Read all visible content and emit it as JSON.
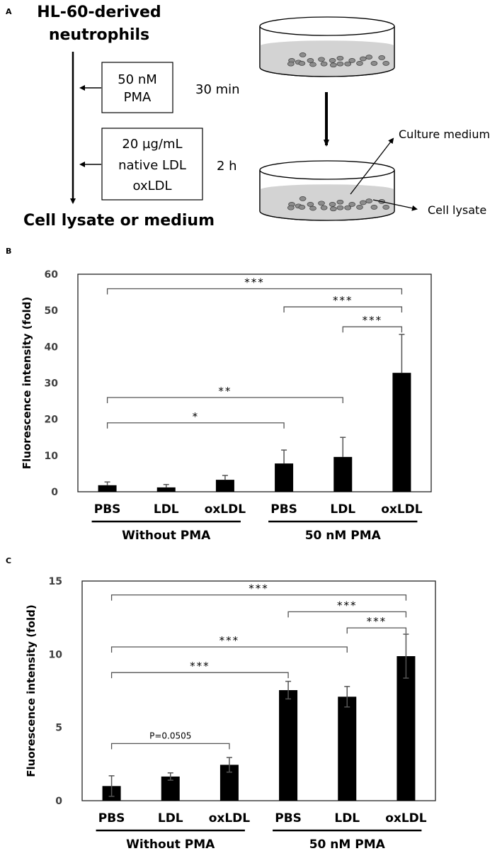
{
  "panel_a": {
    "label": "A",
    "title_line1": "HL-60-derived",
    "title_line2": "neutrophils",
    "step1": {
      "line1": "50 nM",
      "line2": "PMA",
      "time": "30 min"
    },
    "step2": {
      "line1": "20 µg/mL",
      "line2": "native LDL",
      "line3": "oxLDL",
      "time": "2 h"
    },
    "endpoint": "Cell lysate or medium",
    "dish_labels": {
      "medium": "Culture medium",
      "lysate": "Cell lysate"
    }
  },
  "chart_data": [
    {
      "panel": "B",
      "type": "bar",
      "title": "",
      "xlabel": "",
      "ylabel": "Fluorescence intensity (fold)",
      "ylim": [
        0,
        60
      ],
      "yticks": [
        0,
        10,
        20,
        30,
        40,
        50,
        60
      ],
      "categories": [
        "PBS",
        "LDL",
        "oxLDL",
        "PBS",
        "LDL",
        "oxLDL"
      ],
      "groups": [
        {
          "label": "Without PMA",
          "indices": [
            0,
            1,
            2
          ]
        },
        {
          "label": "50 nM PMA",
          "indices": [
            3,
            4,
            5
          ]
        }
      ],
      "values": [
        1.8,
        1.2,
        3.3,
        7.8,
        9.6,
        32.8
      ],
      "errors": [
        0.9,
        0.8,
        1.2,
        3.7,
        5.4,
        10.6
      ],
      "error_style": "upper",
      "bar_color": "#000000",
      "significance": [
        {
          "from": 0,
          "to": 5,
          "label": "***",
          "y": 56
        },
        {
          "from": 3,
          "to": 5,
          "label": "***",
          "y": 51
        },
        {
          "from": 4,
          "to": 5,
          "label": "***",
          "y": 45.5
        },
        {
          "from": 0,
          "to": 4,
          "label": "**",
          "y": 26
        },
        {
          "from": 0,
          "to": 3,
          "label": "*",
          "y": 19
        }
      ],
      "grid": false
    },
    {
      "panel": "C",
      "type": "bar",
      "title": "",
      "xlabel": "",
      "ylabel": "Fluorescence intensity (fold)",
      "ylim": [
        0,
        15
      ],
      "yticks": [
        0,
        5,
        10,
        15
      ],
      "categories": [
        "PBS",
        "LDL",
        "oxLDL",
        "PBS",
        "LDL",
        "oxLDL"
      ],
      "groups": [
        {
          "label": "Without PMA",
          "indices": [
            0,
            1,
            2
          ]
        },
        {
          "label": "50 nM PMA",
          "indices": [
            3,
            4,
            5
          ]
        }
      ],
      "values": [
        1.0,
        1.65,
        2.45,
        7.55,
        7.1,
        9.87
      ],
      "errors": [
        0.7,
        0.25,
        0.5,
        0.6,
        0.7,
        1.5
      ],
      "error_style": "both",
      "bar_color": "#000000",
      "significance": [
        {
          "from": 0,
          "to": 5,
          "label": "***",
          "y": 14.05
        },
        {
          "from": 3,
          "to": 5,
          "label": "***",
          "y": 12.9
        },
        {
          "from": 4,
          "to": 5,
          "label": "***",
          "y": 11.8
        },
        {
          "from": 0,
          "to": 4,
          "label": "***",
          "y": 10.5
        },
        {
          "from": 0,
          "to": 3,
          "label": "***",
          "y": 8.75
        },
        {
          "from": 0,
          "to": 2,
          "label": "P=0.0505",
          "y": 3.9
        }
      ],
      "grid": false
    }
  ],
  "panel_labels": {
    "b": "B",
    "c": "C"
  }
}
